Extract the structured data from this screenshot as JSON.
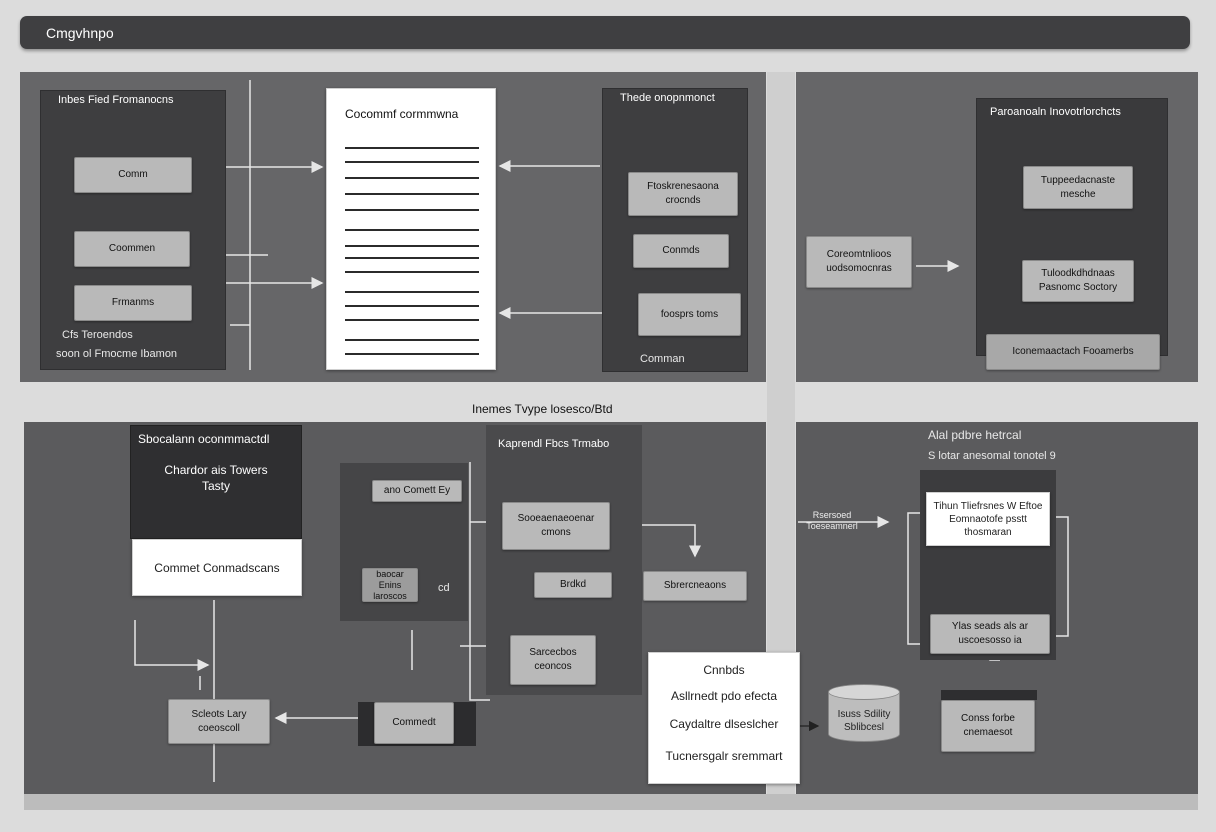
{
  "app": {
    "title": "Cmgvhnpo"
  },
  "top_left": {
    "header": "Inbes Fied Fromanocns",
    "boxes": [
      "Comm",
      "Coommen",
      "Frmanms"
    ],
    "footer_1": "Cfs Teroendos",
    "footer_2": "soon ol Fmocme Ibamon"
  },
  "document": {
    "title": "Cocommf cormmwna"
  },
  "top_mid_right": {
    "header": "Thede onopnmonct",
    "boxes": [
      "Ftoskrenesaona crocnds",
      "Conmds",
      "foosprs toms"
    ],
    "footer": "Comman"
  },
  "top_right": {
    "left_box": "Coreomtnlioos uodsomocnras",
    "header": "Paroanoaln Inovotrlorchcts",
    "box_1": "Tuppeedacnaste mesche",
    "box_2": "Tuloodkdhdnaas Pasnomc Soctory",
    "footer": "Iconemaactach Fooamerbs"
  },
  "center_label": "Inemes Tvype losesco/Btd",
  "bottom_left": {
    "header": "Sbocalann oconmmactdl",
    "sub_box": "Chardor ais Towers Tasty",
    "white_box": "Commet Conmadscans",
    "left_box": "Scleots Lary coeoscoll",
    "connect_box": "Commedt"
  },
  "bottom_mid": {
    "header": "Kaprendl Fbcs Trmabo",
    "tag": "ano Comett Ey",
    "box_1": "Sooeaenaeoenar cmons",
    "box_2": "Brdkd",
    "box_3": "Sbrercneaons",
    "box_4": "Sarcecbos ceoncos",
    "small_box": "baocar Enins laroscos",
    "ref": "cd"
  },
  "legend": {
    "lines": [
      "Cnnbds",
      "Asllrnedt pdo efecta",
      "Caydaltre dlseslcher",
      "Tucnersgalr sremmart"
    ]
  },
  "bottom_right": {
    "header": "Alal pdbre hetrcal",
    "subheader": "S lotar anesomal tonotel 9",
    "side_label": "Rsersoed Toeseamnerl",
    "white_box": "Tihun Tliefrsnes W Eftoe Eomnaotofe psstt thosmaran",
    "box_1": "Ylas seads als ar uscoesosso ia",
    "cylinder": "Isuss Sdility Sblibcesl",
    "box_2": "Conss forbe cnemaesot"
  }
}
